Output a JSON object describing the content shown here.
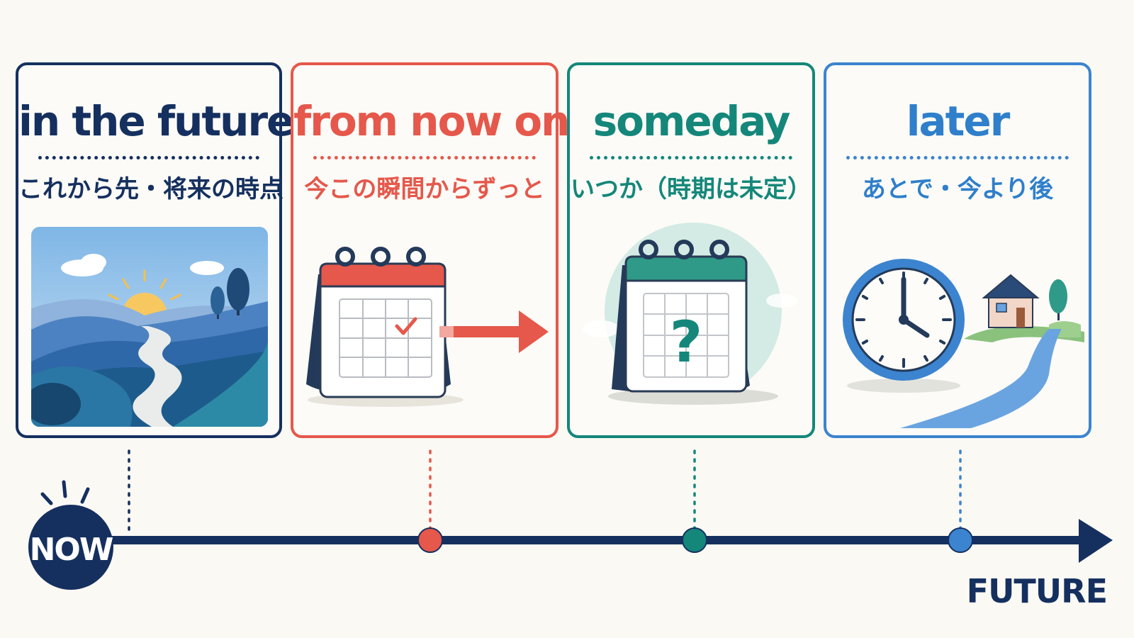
{
  "cards": [
    {
      "title": "in the future",
      "subtitle": "これから先・将来の時点",
      "color": "#15305f"
    },
    {
      "title": "from now on",
      "subtitle": "今この瞬間からずっと",
      "color": "#e5584b"
    },
    {
      "title": "someday",
      "subtitle": "いつか（時期は未定）",
      "color": "#14877a"
    },
    {
      "title": "later",
      "subtitle": "あとで・今より後",
      "color": "#3c84cf"
    }
  ],
  "timeline": {
    "start_label": "NOW",
    "end_label": "FUTURE",
    "line_color": "#15305f"
  },
  "icons": [
    "landscape-road-icon",
    "calendar-check-arrow-icon",
    "calendar-question-icon",
    "clock-house-road-icon"
  ]
}
